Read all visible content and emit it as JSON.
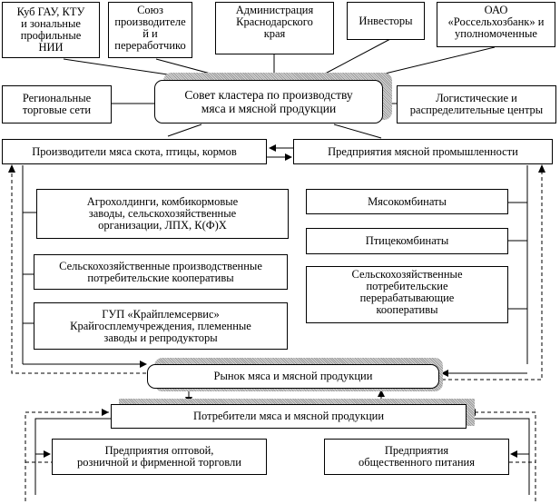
{
  "diagram": {
    "top_row": [
      {
        "id": "kubgau",
        "text": "Куб ГАУ, КТУ\nи зональные\nпрофильные\nНИИ"
      },
      {
        "id": "union",
        "text": "Союз\nпроизводителе\nй и\nпереработчико"
      },
      {
        "id": "administration",
        "text": "Администрация\nКраснодарского\nкрая"
      },
      {
        "id": "investors",
        "text": "Инвесторы"
      },
      {
        "id": "rosselkhozbank",
        "text": "ОАО\n«Россельхозбанк» и\nуполномоченные"
      }
    ],
    "council": {
      "text": "Совет кластера по производству\nмяса и мясной продукции"
    },
    "side_left": {
      "text": "Региональные\nторговые сети"
    },
    "side_right": {
      "text": "Логистические и\nраспределительные центры"
    },
    "producers": {
      "text": "Производители мяса скота, птицы, кормов"
    },
    "industry": {
      "text": "Предприятия мясной промышленности"
    },
    "producer_members": [
      {
        "text": "Агрохолдинги, комбикормовые\nзаводы, сельскохозяйственные\nорганизации, ЛПХ, К(Ф)Х"
      },
      {
        "text": "Сельскохозяйственные производственные\nпотребительские кооперативы"
      },
      {
        "text": "ГУП «Крайплемсервис»\nКрайгосплемучреждения, племенные\nзаводы и репродукторы"
      }
    ],
    "industry_members": [
      {
        "text": "Мясокомбинаты"
      },
      {
        "text": "Птицекомбинаты"
      },
      {
        "text": "Сельскохозяйственные\nпотребительские\nперерабатывающие\nкооперативы"
      }
    ],
    "market": {
      "text": "Рынок мяса и мясной продукции"
    },
    "consumers": {
      "text": "Потребители мяса и мясной продукции"
    },
    "trade": {
      "text": "Предприятия оптовой,\nрозничной и фирменной торговли"
    },
    "catering": {
      "text": "Предприятия\nобщественного питания"
    }
  }
}
